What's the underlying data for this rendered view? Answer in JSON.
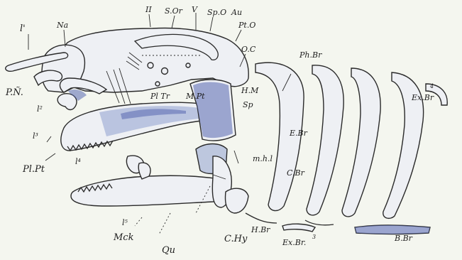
{
  "labels": {
    "l1": "l'",
    "na": "Na",
    "ii": "II",
    "so": "S.Or",
    "v": "V",
    "spo": "Sp.O",
    "au": "Au",
    "plo": "Pt.O",
    "oc": "O.C",
    "pn": "P.Ñ.",
    "l2": "l²",
    "l3": "l³",
    "pltr": "Pl Tr",
    "mpt": "M.Pt",
    "hm": "H.M",
    "sp": "Sp",
    "phbr": "Ph.Br",
    "exbr": "Ex.Br",
    "exbr_sup": "4",
    "ebr": "E.Br",
    "mhl": "m.h.l",
    "cbr": "C.Br",
    "plpt": "Pl.Pt",
    "l4": "l⁴",
    "l5": "l⁵",
    "mck": "Mck",
    "qu": "Qu",
    "chy": "C.Hy",
    "hbr": "H.Br",
    "exbr2": "Ex.Br.",
    "exbr2_sup": "3",
    "bbr": "B.Br"
  }
}
